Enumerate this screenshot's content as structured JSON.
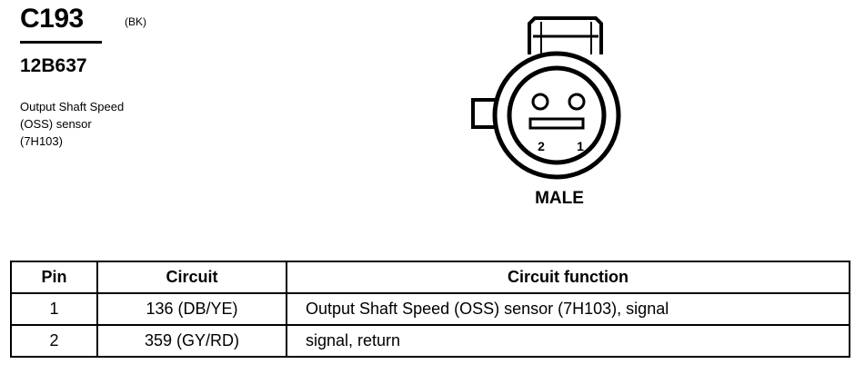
{
  "header": {
    "connector_id": "C193",
    "color_code": "(BK)",
    "part_number": "12B637",
    "description_lines": [
      "Output Shaft Speed",
      "(OSS) sensor",
      "(7H103)"
    ]
  },
  "drawing": {
    "pin_labels": [
      "2",
      "1"
    ],
    "view_label": "MALE"
  },
  "table": {
    "headers": [
      "Pin",
      "Circuit",
      "Circuit function"
    ],
    "rows": [
      {
        "pin": "1",
        "circuit": "136 (DB/YE)",
        "function": "Output Shaft Speed (OSS) sensor (7H103), signal"
      },
      {
        "pin": "2",
        "circuit": "359 (GY/RD)",
        "function": "signal, return"
      }
    ]
  }
}
